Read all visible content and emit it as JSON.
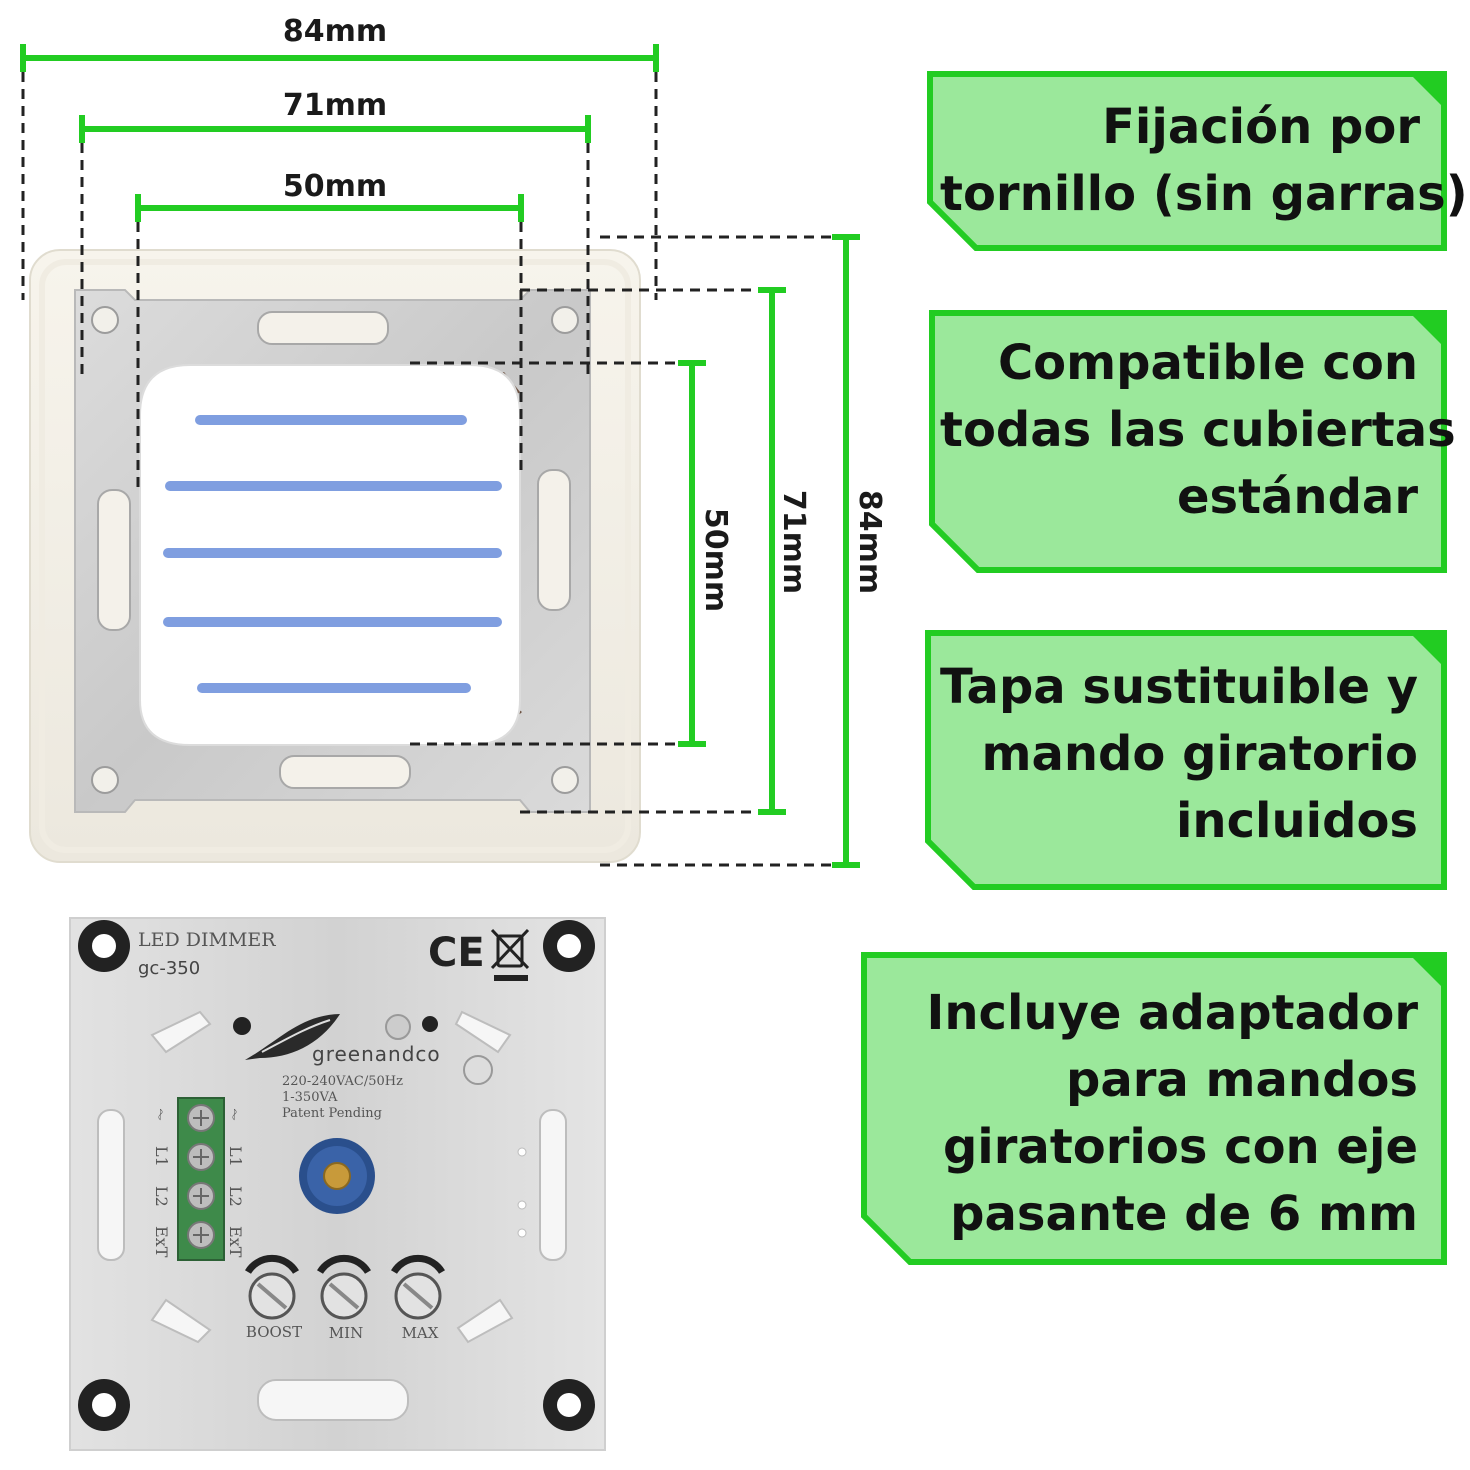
{
  "dimensions": {
    "horizontal": [
      "84mm",
      "71mm",
      "50mm"
    ],
    "vertical": [
      "50mm",
      "71mm",
      "84mm"
    ]
  },
  "callouts": [
    {
      "lines": [
        "Fijación por",
        "tornillo (sin garras)"
      ]
    },
    {
      "lines": [
        "Compatible con",
        "todas las cubiertas",
        "estándar"
      ]
    },
    {
      "lines": [
        "Tapa sustituible y",
        "mando giratorio",
        "incluidos"
      ]
    },
    {
      "lines": [
        "Incluye adaptador",
        "para mandos",
        "giratorios con eje",
        "pasante de 6 mm"
      ]
    }
  ],
  "module": {
    "title": "LED DIMMER",
    "model": "gc-350",
    "brand": "greenandco",
    "specs": [
      "220-240VAC/50Hz",
      "1-350VA",
      "Patent Pending"
    ],
    "terminals": [
      "⏦",
      "L1",
      "L2",
      "ExT"
    ],
    "knobs": [
      "BOOST",
      "MIN",
      "MAX"
    ],
    "ce_mark": "CE"
  },
  "colors": {
    "accent_green": "#22cc22",
    "callout_fill": "#9be89b",
    "slot_blue": "#7f9ee0"
  }
}
